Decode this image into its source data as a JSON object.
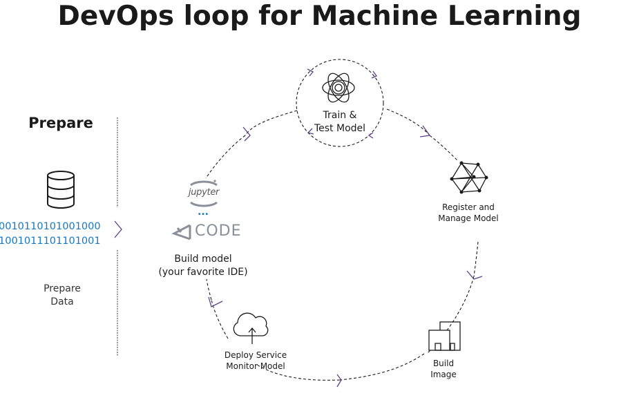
{
  "title": "DevOps loop for Machine Learning",
  "prepare": {
    "heading": "Prepare",
    "binary_line1": "0010110101001000",
    "binary_line2": "1001011101101001",
    "label_line1": "Prepare",
    "label_line2": "Data"
  },
  "loop": {
    "train": {
      "line1": "Train &",
      "line2": "Test Model",
      "icon": "atom-icon"
    },
    "register": {
      "line1": "Register and",
      "line2": "Manage Model",
      "icon": "network-icon"
    },
    "build_image": {
      "line1": "Build",
      "line2": "Image",
      "icon": "building-icon"
    },
    "deploy": {
      "line1": "Deploy Service",
      "line2": "Monitor Model",
      "icon": "cloud-upload-icon"
    },
    "build_model": {
      "line1": "Build model",
      "line2": "(your favorite IDE)",
      "jupyter": "jupyter",
      "ellipsis": "...",
      "vscode": "CODE"
    }
  },
  "colors": {
    "arrow": "#5c3d8a",
    "binary": "#1479c4",
    "text": "#1a1a1a"
  }
}
